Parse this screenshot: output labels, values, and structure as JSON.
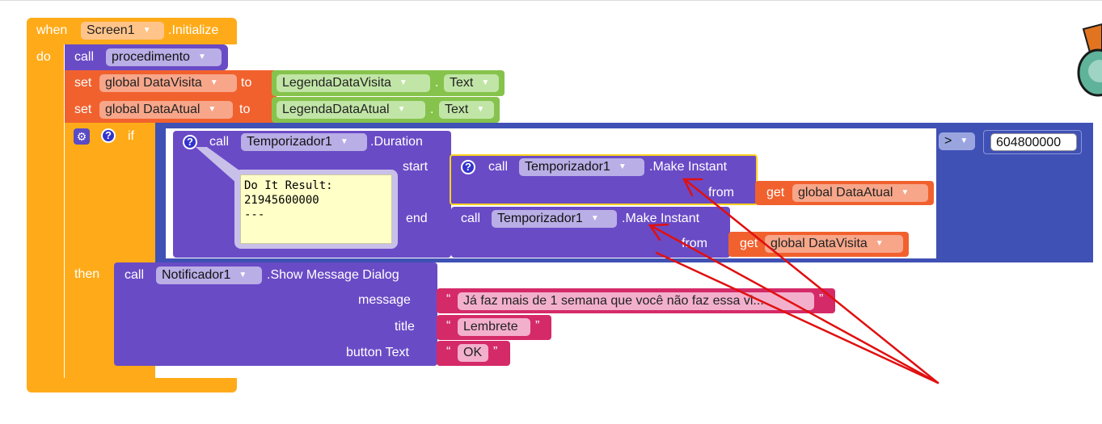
{
  "event": {
    "when": "when",
    "component": "Screen1",
    "event_name": ".Initialize",
    "do": "do"
  },
  "call_proc": {
    "call": "call",
    "name": "procedimento"
  },
  "set1": {
    "set": "set",
    "var": "global DataVisita",
    "to": "to",
    "component": "LegendaDataVisita",
    "dot": ".",
    "prop": "Text"
  },
  "set2": {
    "set": "set",
    "var": "global DataAtual",
    "to": "to",
    "component": "LegendaDataAtual",
    "dot": ".",
    "prop": "Text"
  },
  "if_block": {
    "if": "if",
    "then": "then",
    "compare": ">",
    "number": "604800000"
  },
  "duration": {
    "call": "call",
    "component": "Temporizador1",
    "method": ".Duration",
    "start": "start",
    "end": "end"
  },
  "make1": {
    "call": "call",
    "component": "Temporizador1",
    "method": ".Make Instant",
    "from": "from",
    "get": "get",
    "var": "global DataAtual"
  },
  "make2": {
    "call": "call",
    "component": "Temporizador1",
    "method": ".Make Instant",
    "from": "from",
    "get": "get",
    "var": "global DataVisita"
  },
  "tooltip": {
    "line1": "Do It Result:",
    "line2": "21945600000",
    "line3": "---"
  },
  "notify": {
    "call": "call",
    "component": "Notificador1",
    "method": ".Show Message Dialog",
    "message_label": "message",
    "title_label": "title",
    "button_label": "button Text",
    "message_value": "Já faz mais de 1 semana que você não faz essa vi...",
    "title_value": "Lembrete",
    "button_value": "OK",
    "quote_open": "“",
    "quote_close": "”"
  },
  "colors": {
    "event": "#ffab19",
    "procedure": "#6a4bc6",
    "set": "#f1612e",
    "component": "#86c34c",
    "if": "#3f51b5",
    "text": "#d52a68",
    "annotation_arrow": "#e01010"
  },
  "icons": [
    "gear-icon",
    "help-icon",
    "dropdown-arrow-icon",
    "mascot-icon"
  ]
}
